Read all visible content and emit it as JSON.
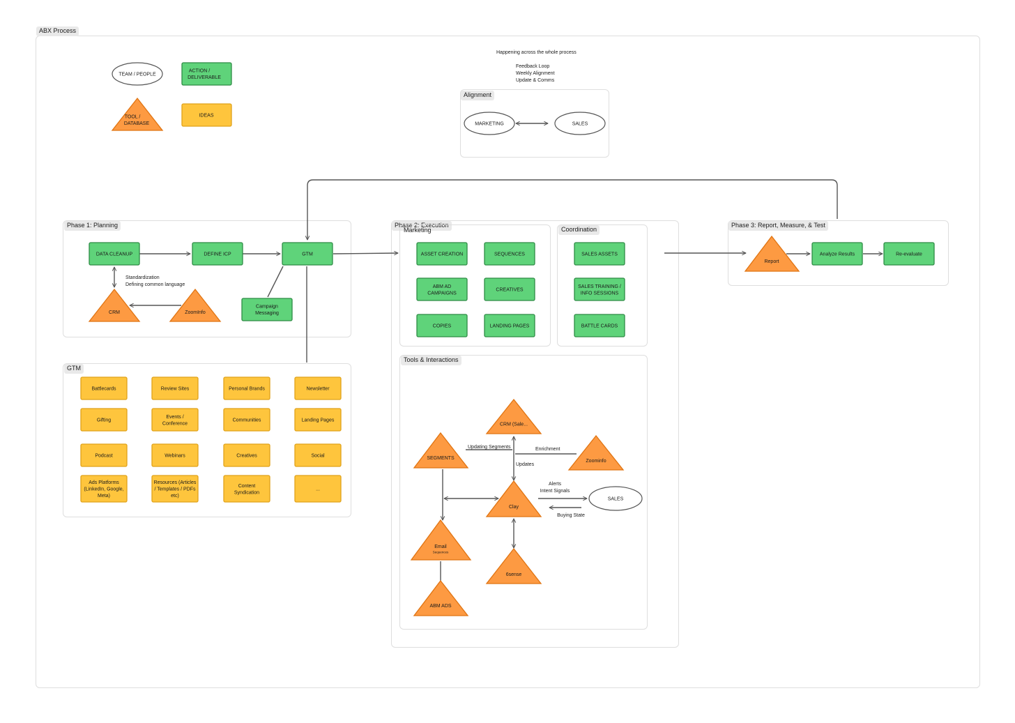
{
  "title": "ABX Process",
  "legend": {
    "team": "TEAM / PEOPLE",
    "action": [
      "ACTION /",
      "DELIVERABLE"
    ],
    "tool": [
      "TOOL /",
      "DATABASE"
    ],
    "ideas": "IDEAS"
  },
  "header_note": {
    "title": "Happening across the whole process",
    "items": [
      "Feedback Loop",
      "Weekly Alignment",
      "Update & Comms"
    ]
  },
  "alignment": {
    "label": "Alignment",
    "left": "MARKETING",
    "right": "SALES"
  },
  "phase1": {
    "label": "Phase 1: Planning",
    "data_cleanup": "DATA CLEANUP",
    "define_icp": "DEFINE ICP",
    "gtm": "GTM",
    "campaign": [
      "Campaign",
      "Messaging"
    ],
    "crm": "CRM",
    "zoominfo": "ZoomInfo",
    "note": "Standardization\nDefining common language"
  },
  "gtm_ideas": {
    "label": "GTM",
    "items": [
      [
        "Battlecards"
      ],
      [
        "Review Sites"
      ],
      [
        "Personal Brands"
      ],
      [
        "Newsletter"
      ],
      [
        "Gifting"
      ],
      [
        "Events /",
        "Conference"
      ],
      [
        "Communities"
      ],
      [
        "Landing Pages"
      ],
      [
        "Podcast"
      ],
      [
        "Webinars"
      ],
      [
        "Creatives"
      ],
      [
        "Social"
      ],
      [
        "Ads Platforms",
        "(LinkedIn, Google,",
        "Meta)"
      ],
      [
        "Resources (Articles",
        "/ Templates / PDFs",
        "etc)"
      ],
      [
        "Content",
        "Syndication"
      ],
      [
        "..."
      ]
    ]
  },
  "phase2": {
    "label": "Phase 2: Execution",
    "marketing_label": "Marketing",
    "marketing_items": [
      [
        "ASSET CREATION"
      ],
      [
        "SEQUENCES"
      ],
      [
        "ABM AD",
        "CAMPAIGNS"
      ],
      [
        "CREATIVES"
      ],
      [
        "COPIES"
      ],
      [
        "LANDING PAGES"
      ]
    ],
    "coordination_label": "Coordination",
    "coordination_items": [
      [
        "SALES ASSETS"
      ],
      [
        "SALES TRAINING /",
        "INFO SESSIONS"
      ],
      [
        "BATTLE CARDS"
      ]
    ]
  },
  "tools": {
    "label": "Tools & Interactions",
    "crm": "CRM (Sale...",
    "segments": "SEGMENTS",
    "zoominfo": "Zoominfo",
    "clay": "Clay",
    "sales": "SALES",
    "email": "Email",
    "email_sub": "Sequences",
    "sixsense": "6sense",
    "abm_ads": "ABM ADS",
    "edge_updating_segments": "Updating Segments",
    "edge_enrichment": "Enrichment",
    "edge_updates": "Updates",
    "edge_alerts": [
      "Alerts",
      "Intent Signals"
    ],
    "edge_buying_state": "Buying State"
  },
  "phase3": {
    "label": "Phase 3: Report, Measure, & Test",
    "report": "Report",
    "analyze": "Analyze Results",
    "reevaluate": "Re-evaluate"
  },
  "colors": {
    "action_fill": "#5fd37a",
    "action_stroke": "#2e8b45",
    "idea_fill": "#fec53d",
    "idea_stroke": "#e0a21b",
    "tool_fill": "#fd9a42",
    "tool_stroke": "#e07412",
    "edge": "#555555"
  }
}
